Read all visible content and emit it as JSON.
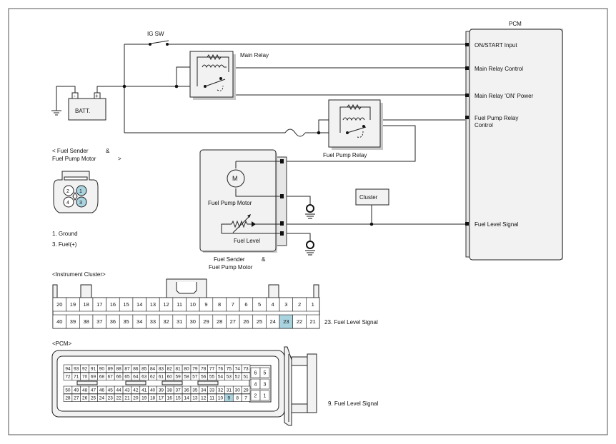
{
  "pcm": {
    "title": "PCM",
    "pins": [
      "ON/START Input",
      "Main Relay Control",
      "Main Relay 'ON' Power",
      "Fuel Pump Relay",
      "Control",
      "Fuel Level Signal"
    ]
  },
  "battery": {
    "label": "BATT.",
    "neg": "-",
    "pos": "+"
  },
  "ig_switch": {
    "label": "IG SW"
  },
  "main_relay": {
    "label": "Main Relay"
  },
  "fuel_pump_relay": {
    "label": "Fuel Pump Relay"
  },
  "fuel_unit": {
    "motor_symbol": "M",
    "motor_label": "Fuel Pump Motor",
    "level_label": "Fuel Level",
    "caption_line1": "Fuel Sender",
    "caption_amp": "&",
    "caption_line2": "Fuel Pump Motor"
  },
  "cluster_box": {
    "label": "Cluster"
  },
  "connector_fs": {
    "title_a": "< Fuel Sender",
    "title_amp": "&",
    "title_b": "Fuel Pump Motor",
    "title_end": ">",
    "pins": [
      "2",
      "1",
      "4",
      "3"
    ],
    "note1": "1. Ground",
    "note2": "3. Fuel(+)"
  },
  "cluster_conn": {
    "title": "<Instrument Cluster>",
    "top_row": [
      "20",
      "19",
      "18",
      "17",
      "16",
      "15",
      "14",
      "13",
      "12",
      "11",
      "10",
      "9",
      "8",
      "7",
      "6",
      "5",
      "4",
      "3",
      "2",
      "1"
    ],
    "bottom_row": [
      "40",
      "39",
      "38",
      "37",
      "36",
      "35",
      "34",
      "33",
      "32",
      "31",
      "30",
      "29",
      "28",
      "27",
      "26",
      "25",
      "24",
      "23",
      "22",
      "21"
    ],
    "highlight": "23",
    "note": "23.   Fuel Level Signal"
  },
  "pcm_conn": {
    "title": "<PCM>",
    "rows": [
      [
        "94",
        "93",
        "92",
        "91",
        "90",
        "89",
        "88",
        "87",
        "86",
        "85",
        "84",
        "83",
        "82",
        "81",
        "80",
        "79",
        "78",
        "77",
        "76",
        "75",
        "74",
        "73"
      ],
      [
        "72",
        "71",
        "70",
        "69",
        "68",
        "67",
        "66",
        "65",
        "64",
        "63",
        "62",
        "61",
        "60",
        "59",
        "58",
        "57",
        "56",
        "55",
        "54",
        "53",
        "52",
        "51"
      ],
      [
        "50",
        "49",
        "48",
        "47",
        "46",
        "45",
        "44",
        "43",
        "42",
        "41",
        "40",
        "39",
        "38",
        "37",
        "36",
        "35",
        "34",
        "33",
        "32",
        "31",
        "30",
        "29"
      ],
      [
        "28",
        "27",
        "26",
        "25",
        "24",
        "23",
        "22",
        "21",
        "20",
        "19",
        "18",
        "17",
        "16",
        "15",
        "14",
        "13",
        "12",
        "11",
        "10",
        "9",
        "8",
        "7"
      ]
    ],
    "small_block": [
      [
        "6",
        "5"
      ],
      [
        "4",
        "3"
      ],
      [
        "2",
        "1"
      ]
    ],
    "highlight": "9",
    "note": "9.   Fuel Level Signal"
  },
  "colors": {
    "highlight": "#a9d3df",
    "line": "#222222",
    "box_fill": "#f2f2f2",
    "shadow": "#c8c8c8"
  }
}
